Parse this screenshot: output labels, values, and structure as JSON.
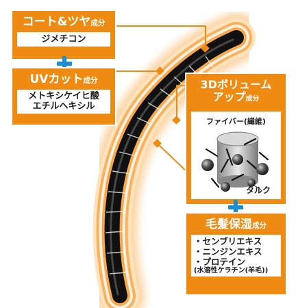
{
  "coat_panel": {
    "title_main": "コート&ツヤ",
    "title_suffix": "成分",
    "item": "ジメチコン"
  },
  "uv_panel": {
    "title_main": "UVカット",
    "title_suffix": "成分",
    "items": [
      "メトキシケイヒ酸",
      "エチルヘキシル"
    ]
  },
  "volume_panel": {
    "title_line1": "3Dボリューム",
    "title_line2_main": "アップ",
    "title_line2_suffix": "成分",
    "fiber_label": "ファイバー(繊維)",
    "talc_label": "タルク"
  },
  "moisture_panel": {
    "title_main": "毛髪保湿",
    "title_suffix": "成分",
    "items": [
      "・センブリエキス",
      "・ニンジンエキス",
      "・プロテイン"
    ],
    "note": "(水溶性ケラチン(羊毛))"
  },
  "colors": {
    "accent_orange": "#ef8a12",
    "plus_blue": "#1a8fcf",
    "hair_black": "#111111",
    "glow": "#f7b25c"
  },
  "icons": [
    "plus-icon",
    "plus-icon",
    "plus-icon",
    "fiber-particle-icon",
    "talc-sphere-icon"
  ]
}
